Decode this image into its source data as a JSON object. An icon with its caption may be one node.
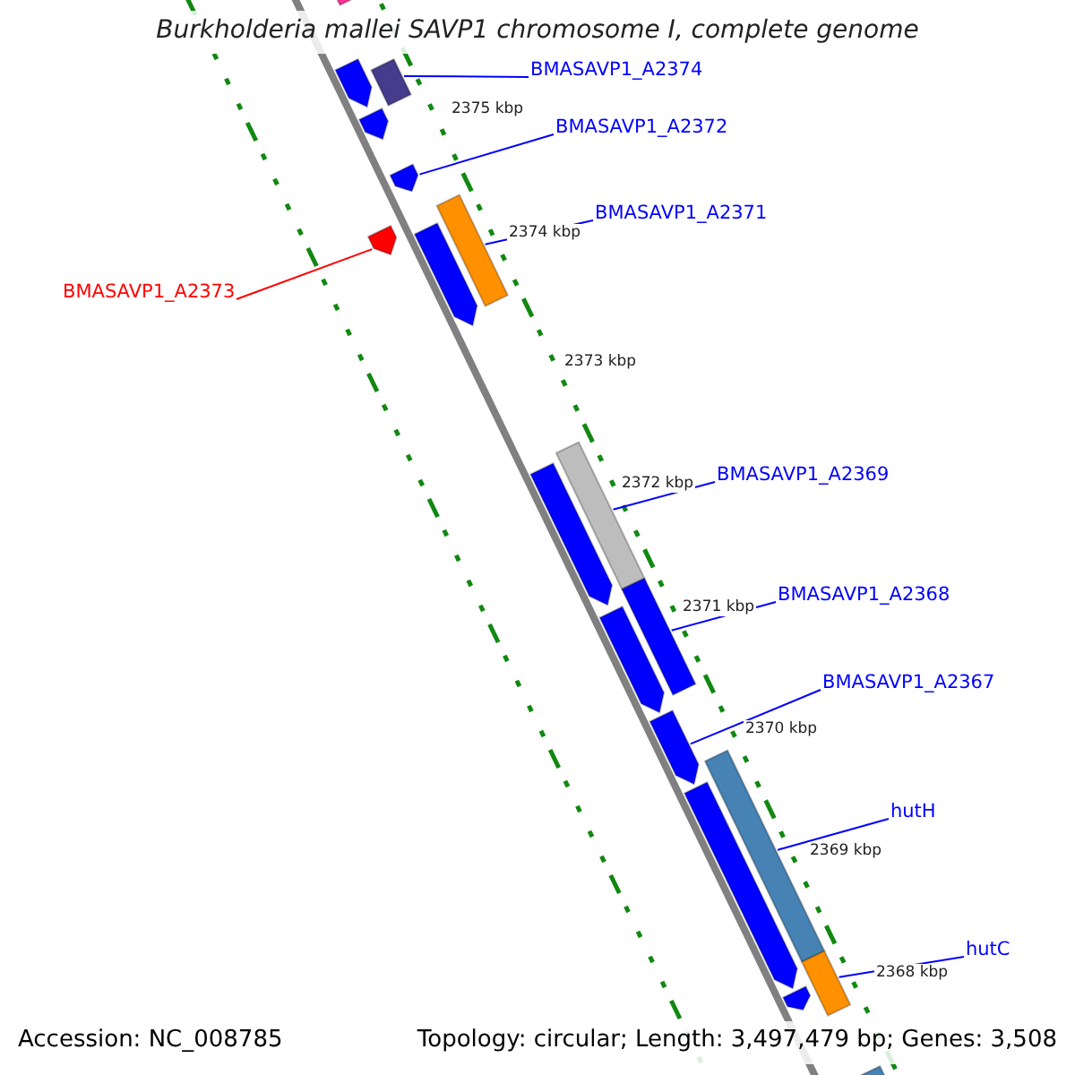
{
  "diagram": {
    "title": "Burkholderia mallei SAVP1 chromosome I, complete genome",
    "nodes": [
      {
        "text": [
          "BMASAVP1_A2374"
        ]
      },
      {
        "text": [
          "BMASAVP1_A2372"
        ]
      },
      {
        "text": [
          "BMASAVP1_A2371"
        ]
      },
      {
        "text": [
          "BMASAVP1_A2373"
        ]
      },
      {
        "text": [
          "BMASAVP1_A2369"
        ]
      },
      {
        "text": [
          "BMASAVP1_A2368"
        ]
      },
      {
        "text": [
          "BMASAVP1_A2367"
        ]
      },
      {
        "text": [
          "hutH"
        ]
      },
      {
        "text": [
          "hutC"
        ]
      },
      {
        "text": [],
        "shape": "bar"
      },
      {
        "text": [],
        "shape": "arrow"
      },
      {
        "text": [],
        "shape": "bar"
      },
      {
        "text": [],
        "shape": "arrow"
      },
      {
        "text": [],
        "shape": "arrow"
      },
      {
        "text": [],
        "shape": "arrow"
      },
      {
        "text": [],
        "shape": "arrow"
      },
      {
        "text": [],
        "shape": "bar"
      },
      {
        "text": [],
        "shape": "arrow"
      },
      {
        "text": [],
        "shape": "bar"
      },
      {
        "text": [],
        "shape": "arrow"
      },
      {
        "text": [],
        "shape": "bar"
      },
      {
        "text": [],
        "shape": "arrow"
      },
      {
        "text": [],
        "shape": "arrow"
      },
      {
        "text": [],
        "shape": "bar"
      },
      {
        "text": [],
        "shape": "bar"
      },
      {
        "text": [],
        "shape": "arrow"
      },
      {
        "text": [],
        "shape": "bar"
      }
    ],
    "edges": [
      {
        "from": 0,
        "to": 11,
        "arrow": "none"
      },
      {
        "from": 1,
        "to": 13,
        "arrow": "none"
      },
      {
        "from": 2,
        "to": 16,
        "arrow": "none"
      },
      {
        "from": 3,
        "to": 14,
        "arrow": "none",
        "color": "#ff0000"
      },
      {
        "from": 4,
        "to": 18,
        "arrow": "none"
      },
      {
        "from": 5,
        "to": 20,
        "arrow": "none"
      },
      {
        "from": 6,
        "to": 21,
        "arrow": "none"
      },
      {
        "from": 7,
        "to": 23,
        "arrow": "none"
      },
      {
        "from": 8,
        "to": 24,
        "arrow": "none"
      }
    ],
    "labels": [
      "2375 kbp",
      "2374 kbp",
      "2373 kbp",
      "2372 kbp",
      "2371 kbp",
      "2370 kbp",
      "2369 kbp",
      "2368 kbp",
      "Accession: NC_008785",
      "Topology: circular; Length: 3,497,479 bp; Genes: 3,508"
    ]
  }
}
